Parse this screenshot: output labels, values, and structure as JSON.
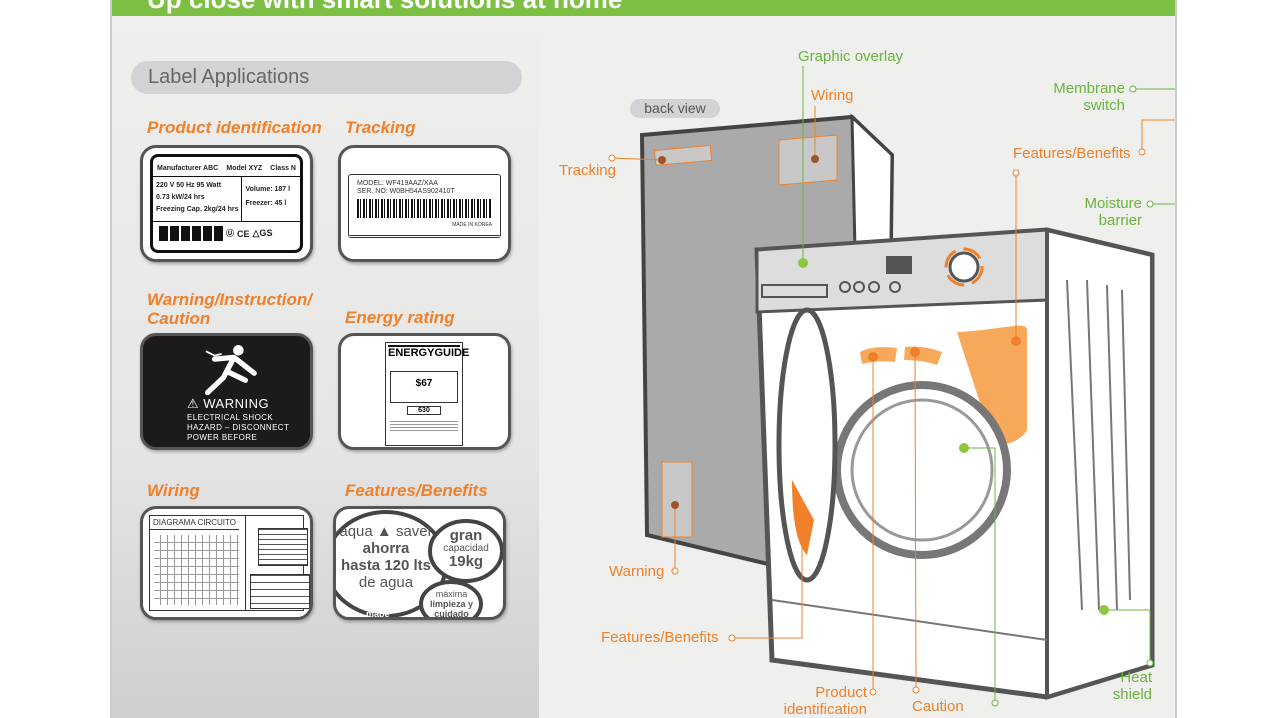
{
  "banner": {
    "title": "Up close with smart solutions at home"
  },
  "left": {
    "heading": "Label Applications",
    "labels": [
      {
        "title": "Product identification",
        "manufacturer": "Manufacturer ABC",
        "model": "Model XYZ",
        "class": "Class N",
        "specs1": "220 V   50 Hz   95 Watt",
        "specs2": "0.73 kW/24 hrs",
        "specs3": "Freezing Cap. 2kg/24 hrs",
        "volume": "Volume: 187 l",
        "freezer": "Freezer: 45 l",
        "marks": "CE"
      },
      {
        "title": "Tracking",
        "model": "MODEL:   WF419AAZ/XAA",
        "serial": "SER. NO: W0BH54AS902410T",
        "origin": "MADE IN KOREA"
      },
      {
        "title": "Warning/Instruction/ Caution",
        "warning": "⚠ WARNING",
        "line1": "ELECTRICAL SHOCK",
        "line2": "HAZARD – DISCONNECT",
        "line3": "POWER BEFORE"
      },
      {
        "title": "Energy rating",
        "brand": "ENERGYGUIDE",
        "cost": "$67",
        "kwh": "630"
      },
      {
        "title": "Wiring",
        "diagram_title": "DIAGRAMA CIRCUITO"
      },
      {
        "title": "Features/Benefits",
        "line1": "aqua",
        "line1b": "saver",
        "line2": "ahorra",
        "line3": "hasta 120 lts",
        "line4": "de agua",
        "gran": "gran",
        "capacidad": "capacidad",
        "kg": "19kg",
        "maxima": "máxima",
        "limpieza": "limpieza y",
        "cuidado": "cuidado",
        "brand": "mabe"
      }
    ]
  },
  "diagram": {
    "back_view": "back view",
    "callouts": {
      "graphic_overlay": "Graphic overlay",
      "wiring": "Wiring",
      "membrane_switch": "Membrane switch",
      "features_top": "Features/Benefits",
      "moisture_barrier": "Moisture barrier",
      "tracking": "Tracking",
      "warning": "Warning",
      "features_bottom": "Features/Benefits",
      "product_identification": "Product identification",
      "caution": "Caution",
      "heat_shield": "Heat shield"
    },
    "colors": {
      "orange": "#f0802a",
      "green": "#6cb33f"
    }
  }
}
